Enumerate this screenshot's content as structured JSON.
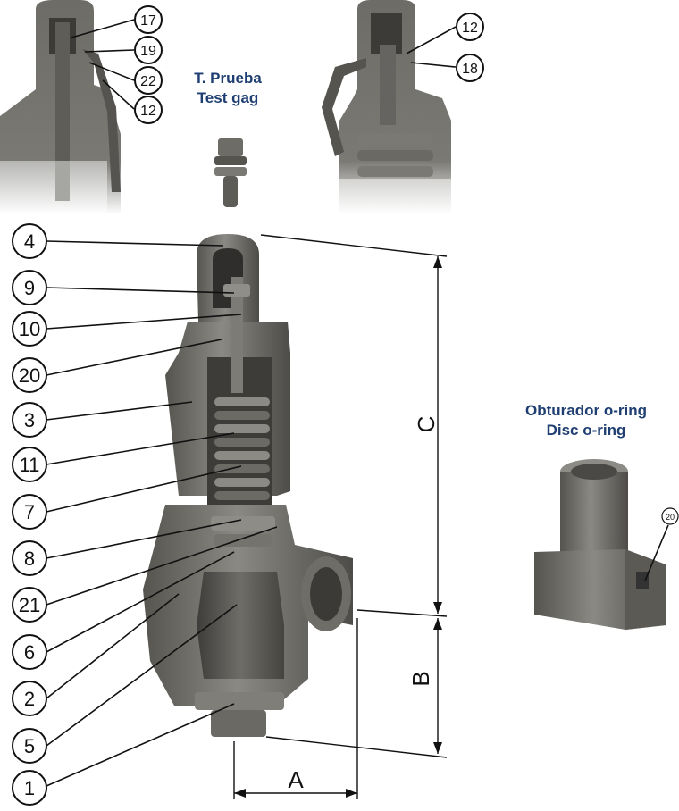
{
  "test_gag": {
    "line1": "T. Prueba",
    "line2": "Test gag"
  },
  "disc_oring": {
    "line1": "Obturador o-ring",
    "line2": "Disc o-ring",
    "callout": "20"
  },
  "top_left_callouts": [
    "17",
    "19",
    "22",
    "12"
  ],
  "top_right_callouts": [
    "12",
    "18"
  ],
  "main_callouts": [
    "4",
    "9",
    "10",
    "20",
    "3",
    "11",
    "7",
    "8",
    "21",
    "6",
    "2",
    "5",
    "1"
  ],
  "dimensions": {
    "a": "A",
    "b": "B",
    "c": "C"
  },
  "colors": {
    "label_blue": "#1f3f73",
    "metal": "#6b6a66",
    "metal_dark": "#4a4946",
    "metal_light": "#8d8c87"
  }
}
